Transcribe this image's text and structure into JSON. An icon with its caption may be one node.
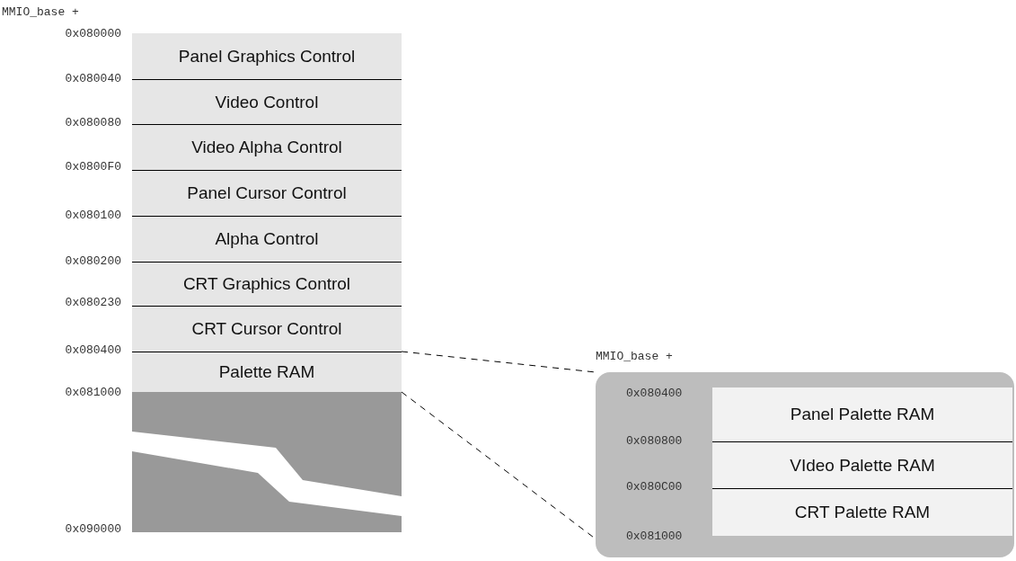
{
  "diagram": {
    "nodes": [
      {
        "text": [
          "Panel Graphics Control"
        ]
      },
      {
        "text": [
          "Video Control"
        ]
      },
      {
        "text": [
          "Video Alpha Control"
        ]
      },
      {
        "text": [
          "Panel Cursor Control"
        ]
      },
      {
        "text": [
          "Alpha Control"
        ]
      },
      {
        "text": [
          "CRT Graphics Control"
        ]
      },
      {
        "text": [
          "CRT Cursor Control"
        ]
      },
      {
        "text": [
          "Palette RAM"
        ]
      },
      {
        "text": [],
        "shape": "box"
      },
      {
        "text": [],
        "shape": "box"
      },
      {
        "text": [
          "Panel Palette RAM"
        ],
        "in": 9
      },
      {
        "text": [
          "VIdeo Palette RAM"
        ],
        "in": 9
      },
      {
        "text": [
          "CRT Palette RAM"
        ],
        "in": 9
      }
    ],
    "edges": [
      {
        "from": 7,
        "to": 9,
        "arrow": "none",
        "style": "dashed"
      },
      {
        "from": 7,
        "to": 9,
        "arrow": "none",
        "style": "dashed"
      }
    ],
    "labels": [
      "MMIO_base +",
      "0x080000",
      "0x080040",
      "0x080080",
      "0x0800F0",
      "0x080100",
      "0x080200",
      "0x080230",
      "0x080400",
      "0x081000",
      "0x090000",
      "MMIO_base +",
      "0x080400",
      "0x080800",
      "0x080C00",
      "0x081000"
    ]
  }
}
